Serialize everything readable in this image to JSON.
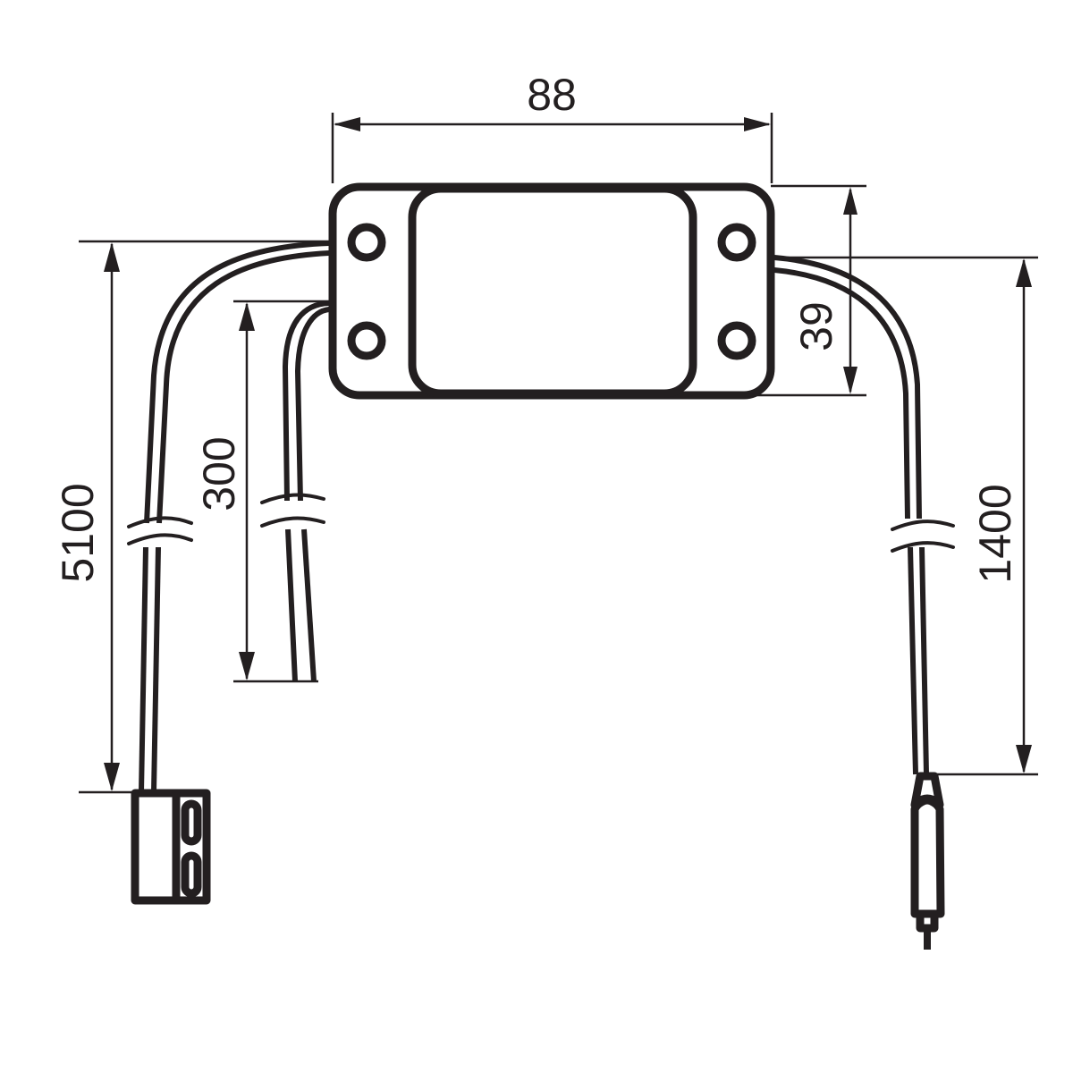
{
  "figure": {
    "type": "technical dimension drawing",
    "subject": "power supply box with three cables",
    "units": "mm",
    "line_color": "#231f20",
    "background": "#ffffff"
  },
  "dimensions": {
    "box_width": {
      "label": "88",
      "orientation": "horizontal"
    },
    "box_height": {
      "label": "39",
      "orientation": "vertical"
    },
    "left_cable_length": {
      "label": "5100",
      "orientation": "vertical"
    },
    "middle_cable_length": {
      "label": "300",
      "orientation": "vertical"
    },
    "right_cable_length": {
      "label": "1400",
      "orientation": "vertical"
    }
  },
  "components": {
    "housing": {
      "name": "housing",
      "mounting_holes": 4
    },
    "left_connector": {
      "name": "rectangular connector",
      "slots": 2
    },
    "right_connector": {
      "name": "barrel plug"
    },
    "middle_cable_end": {
      "name": "bare cable end"
    }
  }
}
